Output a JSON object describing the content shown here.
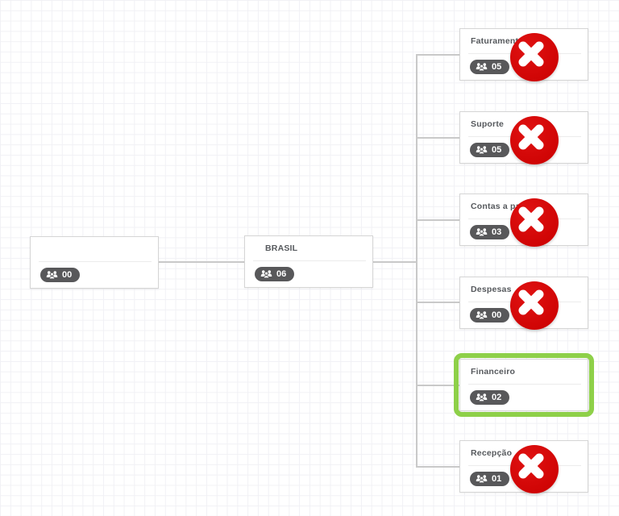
{
  "app": {
    "view": "organization-chart-canvas"
  },
  "colors": {
    "background": "#ffffff",
    "grid_line": "#f1f1f5",
    "connector": "#c9c9c9",
    "card_border": "#d5d5d5",
    "card_background": "#ffffff",
    "title_text": "#56595d",
    "badge_background": "#58585a",
    "badge_text": "#ffffff",
    "delete_red": "#cf0404",
    "highlight_green": "#8ed049"
  },
  "icons": {
    "member_badge": "users-group-icon",
    "delete": "x-circle-icon"
  },
  "org_chart": {
    "root_node": {
      "title": "",
      "member_count": "00"
    },
    "parent_node": {
      "title": "BRASIL",
      "member_count": "06"
    },
    "child_nodes": [
      {
        "title": "Faturamento",
        "member_count": "05"
      },
      {
        "title": "Suporte",
        "member_count": "05"
      },
      {
        "title": "Contas a pagar",
        "member_count": "03"
      },
      {
        "title": "Despesas",
        "member_count": "00"
      },
      {
        "title": "Financeiro",
        "member_count": "02"
      },
      {
        "title": "Recepção",
        "member_count": "01"
      }
    ]
  }
}
